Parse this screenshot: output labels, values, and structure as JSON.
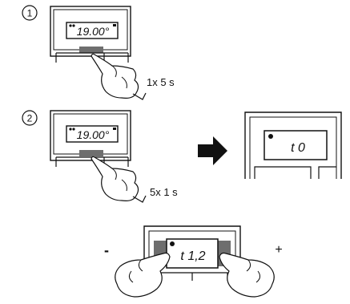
{
  "steps": [
    {
      "number": "1",
      "display": "19.00°",
      "duration": "1x 5 s"
    },
    {
      "number": "2",
      "display": "19.00°",
      "duration": "5x 1 s",
      "result_display": "t 0"
    }
  ],
  "adjust": {
    "display": "t 1,2",
    "minus_label": "-",
    "plus_label": "+"
  },
  "icons": {
    "arrow": "arrow-right-icon",
    "hand": "hand-pointer-icon"
  },
  "colors": {
    "ink": "#111111",
    "button_gray": "#6e6e6e",
    "background": "#ffffff"
  }
}
